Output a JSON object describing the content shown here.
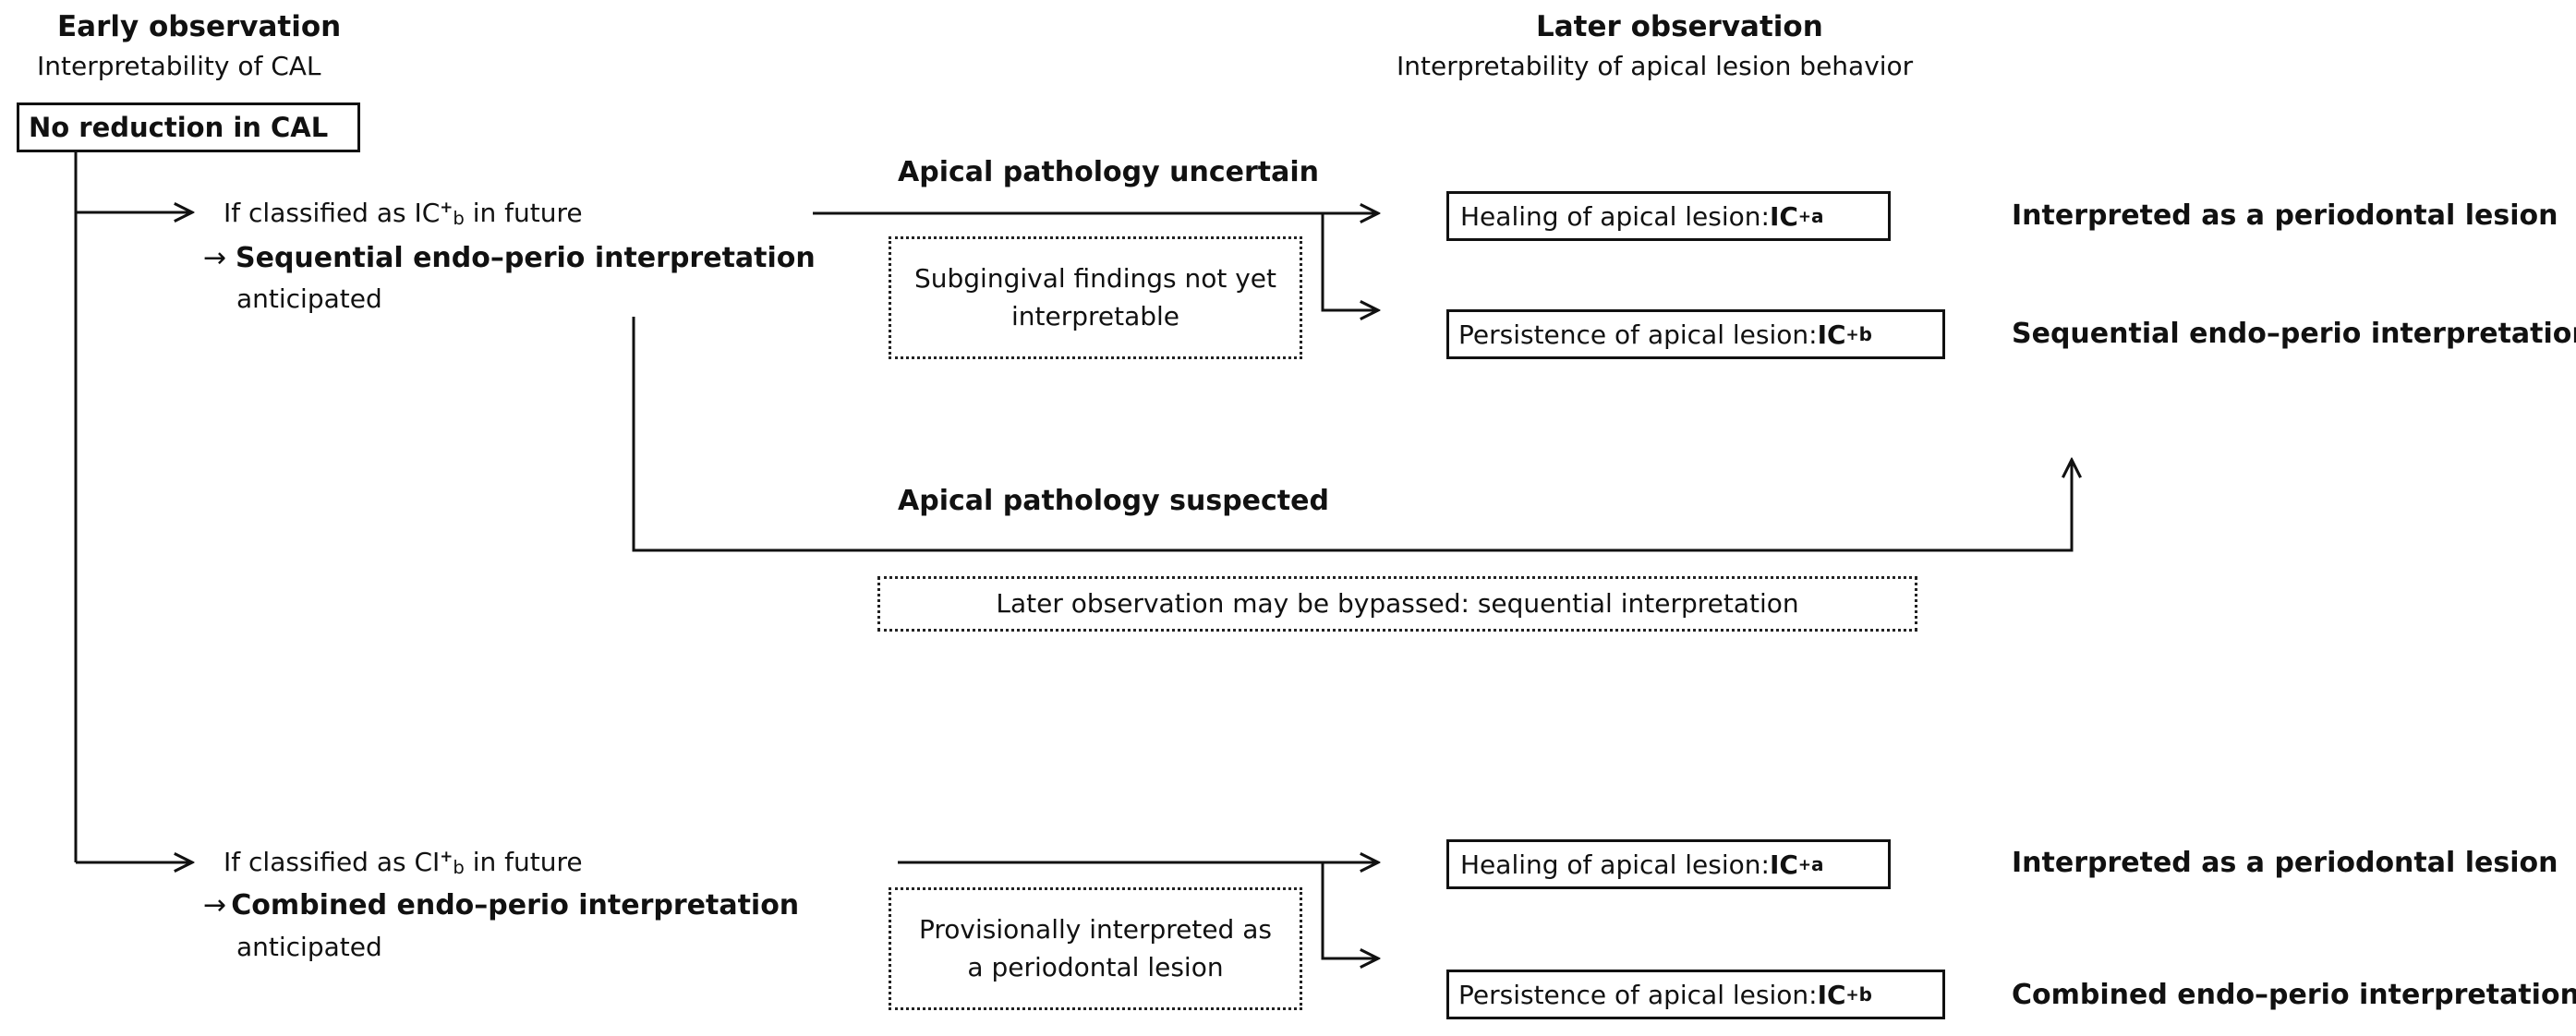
{
  "header": {
    "early_title": "Early observation",
    "early_subtitle": "Interpretability of CAL",
    "later_title": "Later observation",
    "later_subtitle": "Interpretability of apical lesion behavior"
  },
  "root_box": "No reduction in CAL",
  "branch1": {
    "classified_prefix": "If classified as IC",
    "classified_sup": "+",
    "classified_sub": "b",
    "classified_suffix": " in future",
    "arrow_glyph": "→",
    "interpretation": "Sequential endo–perio interpretation",
    "anticipated": "anticipated",
    "uncertain_label": "Apical pathology uncertain",
    "note_line1": "Subgingival findings not yet",
    "note_line2": "interpretable",
    "healing_label": "Healing of apical lesion: ",
    "healing_code": "IC",
    "healing_sup": "+",
    "healing_sub": "a",
    "persistence_label": "Persistence of apical lesion: ",
    "persistence_code": "IC",
    "persistence_sup": "+",
    "persistence_sub": "b",
    "result_healing": "Interpreted as a periodontal lesion",
    "result_persistence": "Sequential endo–perio interpretation",
    "suspected_label": "Apical pathology suspected",
    "bypass_note": "Later observation may be bypassed: sequential interpretation"
  },
  "branch2": {
    "classified_prefix": "If classified as CI",
    "classified_sup": "+",
    "classified_sub": "b",
    "classified_suffix": " in future",
    "arrow_glyph": "→",
    "interpretation": "Combined endo–perio interpretation",
    "anticipated": "anticipated",
    "note_line1": "Provisionally interpreted as",
    "note_line2": "a periodontal lesion",
    "healing_label": "Healing of apical lesion: ",
    "healing_code": "IC",
    "healing_sup": "+",
    "healing_sub": "a",
    "persistence_label": "Persistence of apical lesion: ",
    "persistence_code": "IC",
    "persistence_sup": "+",
    "persistence_sub": "b",
    "result_healing": "Interpreted as a periodontal lesion",
    "result_persistence": "Combined endo–perio interpretation"
  }
}
